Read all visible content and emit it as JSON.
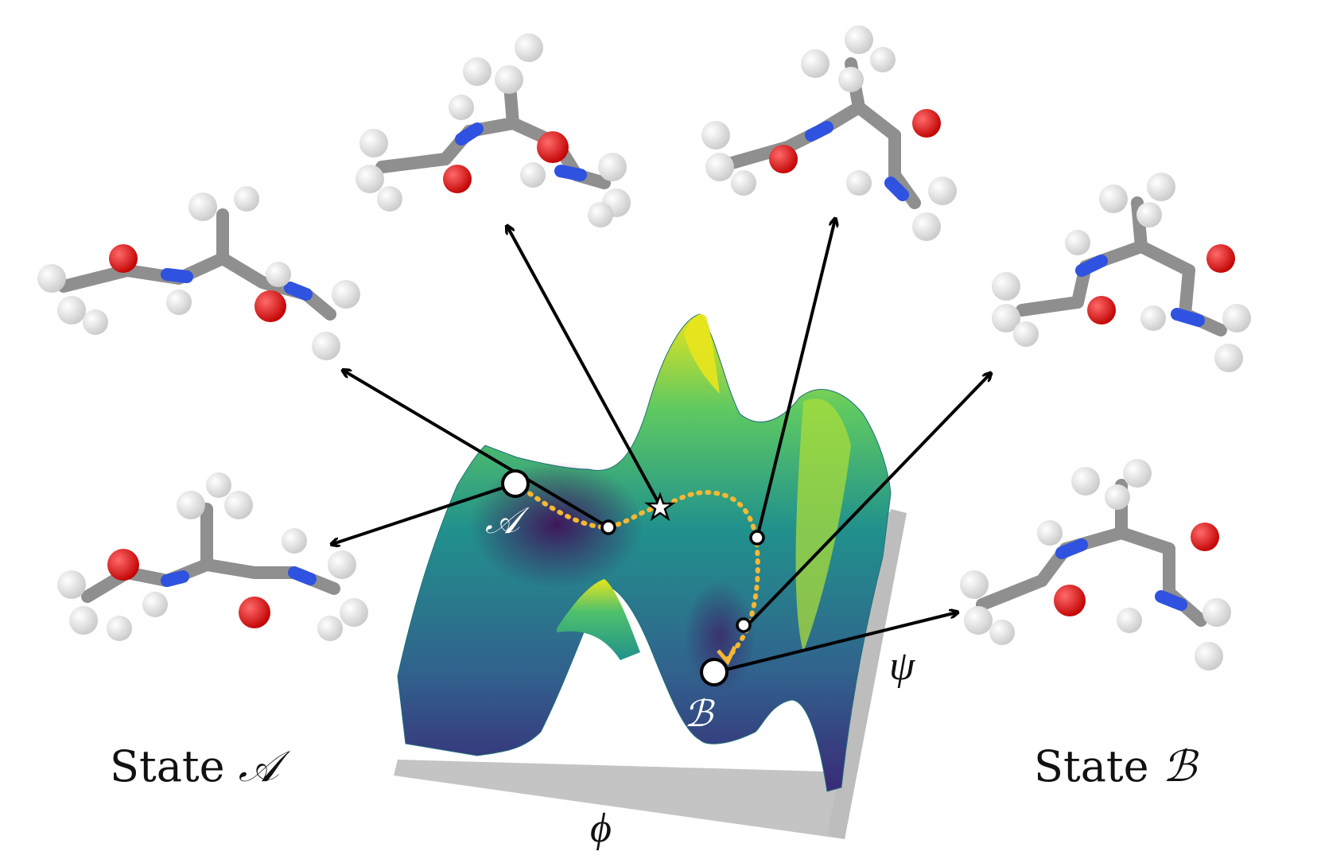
{
  "captions": {
    "state_a_prefix": "State",
    "state_a_symbol": "𝒜",
    "state_b_prefix": "State",
    "state_b_symbol": "ℬ"
  },
  "axes": {
    "phi": "ϕ",
    "psi": "ψ"
  },
  "point_labels": {
    "a": "𝒜",
    "b": "ℬ"
  },
  "colors": {
    "path": "#f5b833",
    "arrow": "#000000",
    "floor": "#c4c4c4",
    "carbon": "#8f8f8f",
    "hydrogen": "#f2f2f2",
    "nitrogen": "#2f52e0",
    "oxygen": "#e01010",
    "viridis": [
      "#440154",
      "#3b528b",
      "#21918c",
      "#5ec962",
      "#fde725"
    ]
  },
  "molecules": [
    "state-a-conformation",
    "left-intermediate-conformation",
    "top-left-conformation",
    "top-right-conformation",
    "right-intermediate-conformation",
    "state-b-conformation"
  ]
}
